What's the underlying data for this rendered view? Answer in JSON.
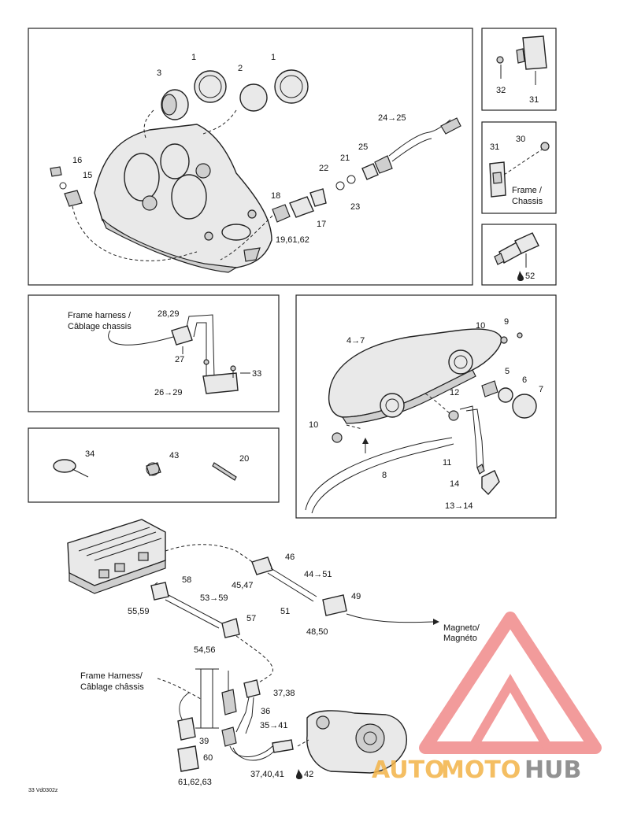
{
  "colors": {
    "watermark_red": "#f08a8a",
    "watermark_orange": "#f3b347",
    "watermark_gray": "#808080"
  },
  "top_panel": {
    "labels": [
      "1",
      "2",
      "1",
      "3",
      "16",
      "15",
      "24→25",
      "25",
      "21",
      "22",
      "23",
      "18",
      "17",
      "19,61,62"
    ]
  },
  "side_panel_a": {
    "labels": [
      "32",
      "31"
    ]
  },
  "side_panel_b": {
    "labels": [
      "31",
      "30",
      "Frame /",
      "Chassis"
    ]
  },
  "side_panel_c": {
    "labels": [
      "52"
    ]
  },
  "harness_panel": {
    "labels": [
      "Frame harness /",
      "Câblage chassis",
      "28,29",
      "27",
      "33",
      "26→29"
    ]
  },
  "small_parts_panel": {
    "labels": [
      "34",
      "43",
      "20"
    ]
  },
  "headlight_panel": {
    "labels": [
      "9",
      "4→7",
      "10",
      "5",
      "6",
      "7",
      "12",
      "10",
      "11",
      "8",
      "14",
      "13→14"
    ]
  },
  "wiring": {
    "labels": [
      "46",
      "58",
      "45,47",
      "44→51",
      "53→59",
      "49",
      "55,59",
      "51",
      "57",
      "48,50",
      "54,56",
      "Magneto/",
      "Magnéto",
      "Frame Harness/",
      "Câblage châssis",
      "37,38",
      "36",
      "35→41",
      "39",
      "60",
      "37,40,41",
      "42",
      "61,62,63"
    ]
  },
  "footer": {
    "figure_code": "33 Vd0302z"
  },
  "watermark": {
    "part1": "AUTO",
    "part2": "MOTO",
    "part3": "HUB"
  }
}
